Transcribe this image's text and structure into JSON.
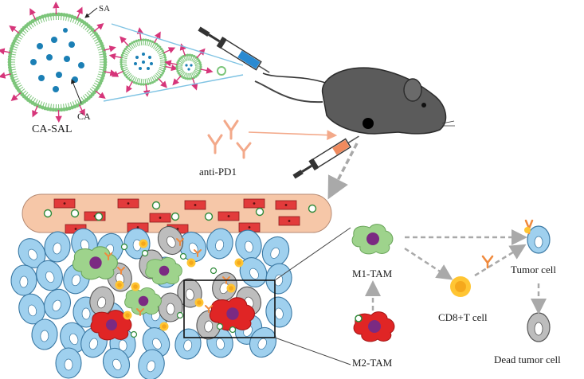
{
  "labels": {
    "sa": "SA",
    "ca": "CA",
    "ca_sal": "CA-SAL",
    "anti_pd1": "anti-PD1",
    "m1_tam": "M1-TAM",
    "m2_tam": "M2-TAM",
    "cd8_t_cell": "CD8+T cell",
    "tumor_cell": "Tumor cell",
    "dead_tumor_cell": "Dead tumor cell"
  },
  "colors": {
    "liposome_tail": "#7cc57a",
    "liposome_head": "#7cc57a",
    "drug_dot": "#1b7fb5",
    "sa_arrow": "#d6357a",
    "syringe_fill_blue": "#2a8ad1",
    "syringe_fill_orange": "#f08a5d",
    "antibody": "#f3a98a",
    "mouse_body": "#5b5b5b",
    "vessel": "#f6c7a8",
    "rbc": "#e23b3b",
    "tumor_cell": "#9fd0ee",
    "tumor_nucleus": "#ffffff",
    "dead_cell": "#bdbdbd",
    "m1": "#9ed38c",
    "m2": "#e02525",
    "nucleus": "#7b2a82",
    "t_cell": "#ffc533",
    "arrow_grey": "#a9a9a9"
  }
}
